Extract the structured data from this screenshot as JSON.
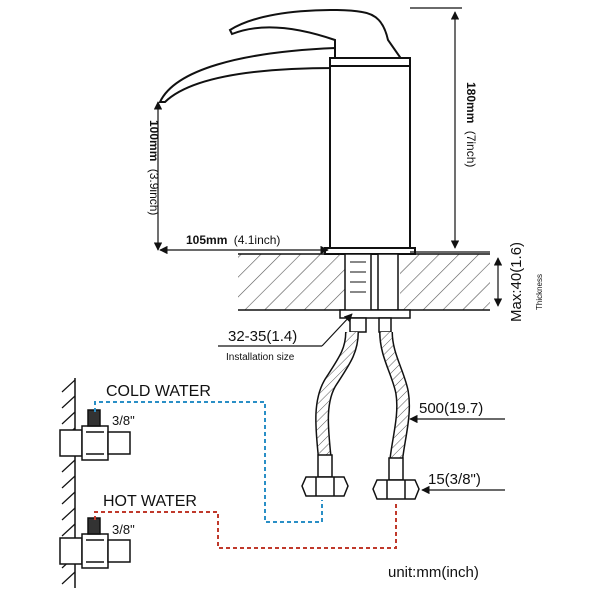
{
  "dimensions": {
    "height_value": "180mm",
    "height_inch": "(7inch)",
    "spout_height_value": "100mm",
    "spout_height_inch": "(3.9inch)",
    "reach_value": "105mm",
    "reach_inch": "(4.1inch)",
    "thickness_value": "Max:40(1.6)",
    "thickness_label": "Thickness",
    "installation_value": "32-35(1.4)",
    "installation_label": "Installation size",
    "hose_length": "500(19.7)",
    "hose_thread": "15(3/8\")"
  },
  "water": {
    "cold_label": "COLD WATER",
    "cold_size": "3/8\"",
    "cold_color": "#2a8fc6",
    "hot_label": "HOT WATER",
    "hot_size": "3/8\"",
    "hot_color": "#c0392b"
  },
  "unit_note": "unit:mm(inch)"
}
